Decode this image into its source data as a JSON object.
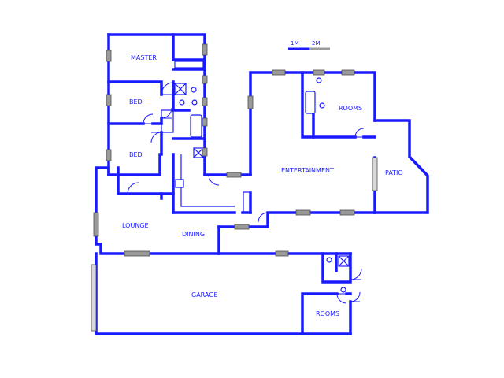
{
  "scale": {
    "mark_1": "1M",
    "mark_2": "2M"
  },
  "rooms": {
    "master": "MASTER",
    "bed_1": "BED",
    "bed_2": "BED",
    "rooms_upper": "ROOMS",
    "entertainment": "ENTERTAINMENT",
    "patio": "PATIO",
    "lounge": "LOUNGE",
    "dining": "DINING",
    "garage": "GARAGE",
    "rooms_lower": "ROOMS"
  },
  "colors": {
    "wall": "#1a1aff",
    "window": "#9a9a9a"
  }
}
